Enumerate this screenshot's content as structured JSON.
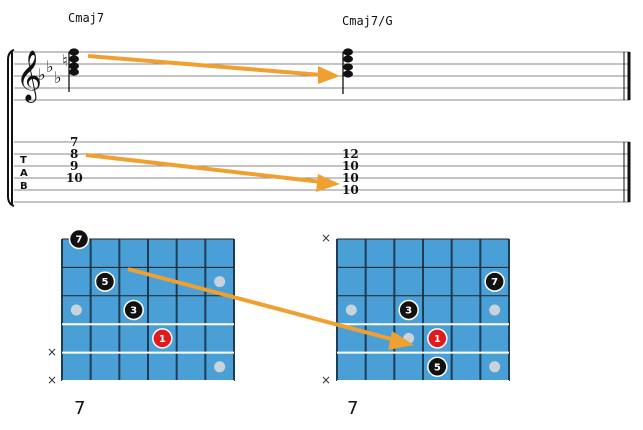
{
  "chords": [
    {
      "name": "Cmaj7",
      "tab": [
        "7",
        "8",
        "9",
        "10"
      ]
    },
    {
      "name": "Cmaj7/G",
      "tab": [
        "12",
        "10",
        "10",
        "10"
      ]
    }
  ],
  "diagrams": [
    {
      "fret_label": "7",
      "muted_strings": [
        "×",
        "×"
      ],
      "dots": [
        {
          "label": "7",
          "string": 1,
          "fret": 0,
          "color": "#111111"
        },
        {
          "label": "5",
          "string": 2,
          "fret": 1,
          "color": "#111111"
        },
        {
          "label": "3",
          "string": 3,
          "fret": 2,
          "color": "#111111"
        },
        {
          "label": "1",
          "string": 4,
          "fret": 3,
          "color": "#e01b1b"
        }
      ],
      "ghost_dots": [
        {
          "string": 2,
          "fret": 5
        },
        {
          "string": 3,
          "fret": 0
        },
        {
          "string": 3,
          "fret": 2
        },
        {
          "string": 5,
          "fret": 5
        }
      ]
    },
    {
      "fret_label": "7",
      "muted_strings": [
        "×",
        "×"
      ],
      "dots": [
        {
          "label": "7",
          "string": 2,
          "fret": 5,
          "color": "#111111"
        },
        {
          "label": "3",
          "string": 3,
          "fret": 2,
          "color": "#111111"
        },
        {
          "label": "1",
          "string": 4,
          "fret": 3,
          "color": "#e01b1b"
        },
        {
          "label": "5",
          "string": 5,
          "fret": 3,
          "color": "#111111"
        }
      ],
      "ghost_dots": [
        {
          "string": 3,
          "fret": 0
        },
        {
          "string": 3,
          "fret": 5
        },
        {
          "string": 4,
          "fret": 2
        },
        {
          "string": 5,
          "fret": 5
        }
      ]
    }
  ],
  "colors": {
    "fretboard": "#4a9fd6",
    "fret_line": "#1d3c55",
    "arrow": "#f0a030",
    "ghost_dot": "#c9d3db",
    "ink": "#111111"
  },
  "symbols": {
    "treble_clef": "𝄞",
    "flat": "♭",
    "natural": "♮",
    "tab_clef": [
      "T",
      "A",
      "B"
    ]
  }
}
